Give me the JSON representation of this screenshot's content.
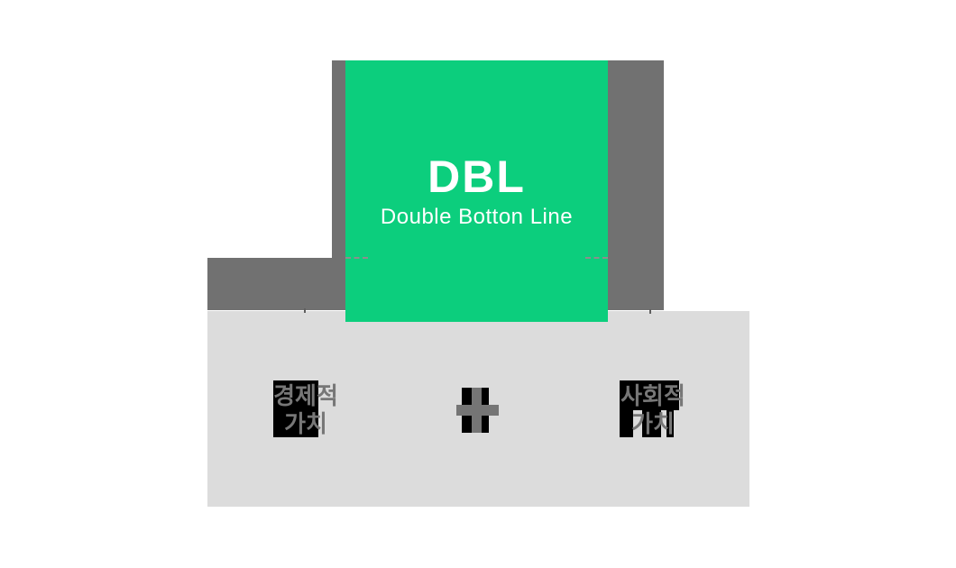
{
  "diagram": {
    "title": "DBL",
    "subtitle": "Double Botton Line",
    "left_value": {
      "line1": "경제적",
      "line2": "가치"
    },
    "right_value": {
      "line1": "사회적",
      "line2": "가치"
    },
    "operator": "plus",
    "colors": {
      "green": "#0cce7d",
      "bar_gray": "#717171",
      "panel_gray": "#dcdcdc",
      "label_gray": "#777777",
      "highlight_black": "#000000",
      "title_white": "#ffffff"
    }
  }
}
